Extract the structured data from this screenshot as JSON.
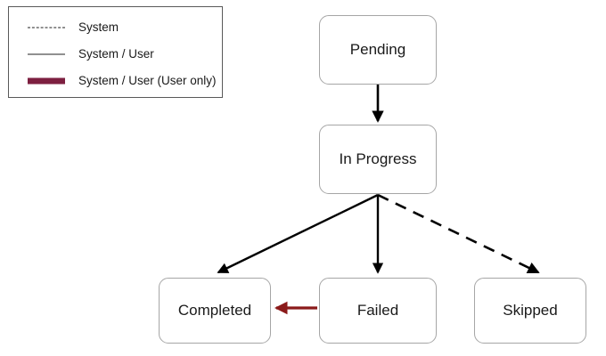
{
  "legend": {
    "items": [
      {
        "label": "System",
        "style": "dashed",
        "color": "#222222"
      },
      {
        "label": "System / User",
        "style": "solid",
        "color": "#222222"
      },
      {
        "label": "System / User (User only)",
        "style": "thick",
        "color": "#7d1f40"
      }
    ]
  },
  "diagram": {
    "type": "state-flow",
    "nodes": [
      {
        "id": "pending",
        "label": "Pending"
      },
      {
        "id": "in_progress",
        "label": "In Progress"
      },
      {
        "id": "completed",
        "label": "Completed"
      },
      {
        "id": "failed",
        "label": "Failed"
      },
      {
        "id": "skipped",
        "label": "Skipped"
      }
    ],
    "edges": [
      {
        "from": "pending",
        "to": "in_progress",
        "style": "solid",
        "color": "#000000"
      },
      {
        "from": "in_progress",
        "to": "completed",
        "style": "solid",
        "color": "#000000"
      },
      {
        "from": "in_progress",
        "to": "failed",
        "style": "solid",
        "color": "#000000"
      },
      {
        "from": "in_progress",
        "to": "skipped",
        "style": "dashed",
        "color": "#000000"
      },
      {
        "from": "failed",
        "to": "completed",
        "style": "thick",
        "color": "#8b1a1a"
      }
    ]
  },
  "colors": {
    "node_border": "#a6a6a6",
    "legend_border": "#595959",
    "edge_default": "#000000",
    "edge_user_only": "#8b1a1a",
    "legend_swatch_user_only": "#7d1f40",
    "background": "#ffffff"
  }
}
